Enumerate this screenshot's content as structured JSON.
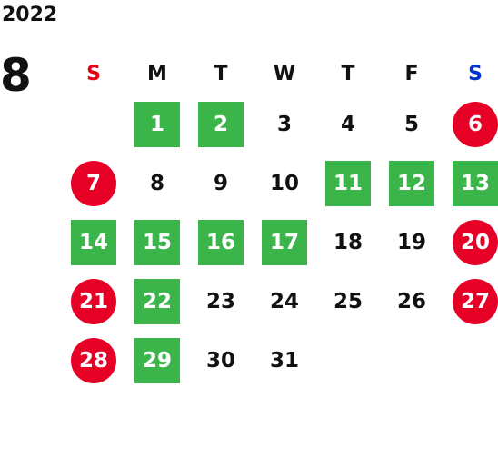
{
  "calendar": {
    "year": "2022",
    "month": "8",
    "weekdays": [
      {
        "label": "S",
        "color": "#e60012"
      },
      {
        "label": "M",
        "color": "#111111"
      },
      {
        "label": "T",
        "color": "#111111"
      },
      {
        "label": "W",
        "color": "#111111"
      },
      {
        "label": "T",
        "color": "#111111"
      },
      {
        "label": "F",
        "color": "#111111"
      },
      {
        "label": "S",
        "color": "#0033cc"
      }
    ],
    "colors": {
      "green": "#3bb54a",
      "red": "#e60026"
    },
    "days": [
      {
        "d": "1",
        "s": "green"
      },
      {
        "d": "2",
        "s": "green"
      },
      {
        "d": "3",
        "s": "plain"
      },
      {
        "d": "4",
        "s": "plain"
      },
      {
        "d": "5",
        "s": "plain"
      },
      {
        "d": "6",
        "s": "red"
      },
      {
        "d": "7",
        "s": "red"
      },
      {
        "d": "8",
        "s": "plain"
      },
      {
        "d": "9",
        "s": "plain"
      },
      {
        "d": "10",
        "s": "plain"
      },
      {
        "d": "11",
        "s": "green"
      },
      {
        "d": "12",
        "s": "green"
      },
      {
        "d": "13",
        "s": "green"
      },
      {
        "d": "14",
        "s": "green"
      },
      {
        "d": "15",
        "s": "green"
      },
      {
        "d": "16",
        "s": "green"
      },
      {
        "d": "17",
        "s": "green"
      },
      {
        "d": "18",
        "s": "plain"
      },
      {
        "d": "19",
        "s": "plain"
      },
      {
        "d": "20",
        "s": "red"
      },
      {
        "d": "21",
        "s": "red"
      },
      {
        "d": "22",
        "s": "green"
      },
      {
        "d": "23",
        "s": "plain"
      },
      {
        "d": "24",
        "s": "plain"
      },
      {
        "d": "25",
        "s": "plain"
      },
      {
        "d": "26",
        "s": "plain"
      },
      {
        "d": "27",
        "s": "red"
      },
      {
        "d": "28",
        "s": "red"
      },
      {
        "d": "29",
        "s": "green"
      },
      {
        "d": "30",
        "s": "plain"
      },
      {
        "d": "31",
        "s": "plain"
      }
    ]
  }
}
